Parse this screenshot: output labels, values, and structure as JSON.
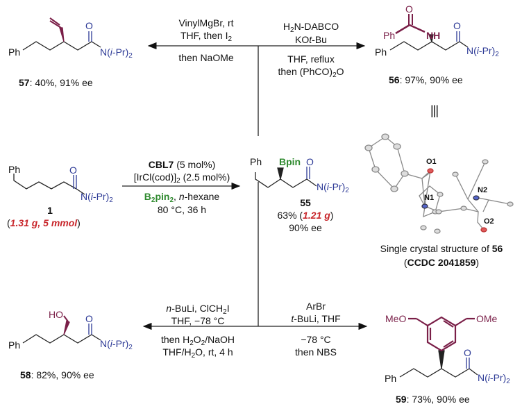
{
  "top_left_conditions": {
    "line1": "VinylMgBr, rt",
    "line2a": "THF, then I",
    "line2_sub": "2",
    "line3": "then NaOMe"
  },
  "top_right_conditions": {
    "line1a": "H",
    "line1_sub": "2",
    "line1b": "N-DABCO",
    "line2a": "KO",
    "line2_it": "t",
    "line2b": "-Bu",
    "line3": "THF, reflux",
    "line4a": "then (PhCO)",
    "line4_sub": "2",
    "line4b": "O"
  },
  "main_conditions": {
    "catalyst": "CBL7",
    "catalyst_load": " (5 mol%)",
    "ir_a": "[IrCl(cod)]",
    "ir_sub": "2",
    "ir_b": " (2.5 mol%)",
    "b2_a": "B",
    "b2_sub1": "2",
    "b2_b": "pin",
    "b2_sub2": "2",
    "solvent_a": ", ",
    "solvent_it": "n",
    "solvent_b": "-hexane",
    "temp": "80 °C, 36 h"
  },
  "bottom_left_conditions": {
    "l1_it": "n",
    "l1a": "-BuLi, ClCH",
    "l1_sub": "2",
    "l1b": "I",
    "l2": "THF, −78 °C",
    "l3a": "then H",
    "l3_sub1": "2",
    "l3b": "O",
    "l3_sub2": "2",
    "l3c": "/NaOH",
    "l4a": "THF/H",
    "l4_sub": "2",
    "l4b": "O, rt, 4 h"
  },
  "bottom_right_conditions": {
    "l1": "ArBr",
    "l2_it": "t",
    "l2b": "-BuLi, THF",
    "l3": "−78 °C",
    "l4": "then NBS"
  },
  "atoms": {
    "ph": "Ph",
    "o": "O",
    "n_a": "N(",
    "n_it": "i",
    "n_b": "-Pr)",
    "n_sub": "2",
    "bpin": "Bpin",
    "nh": "NH",
    "ho": "HO",
    "meo": "MeO",
    "ome": "OMe"
  },
  "compounds": {
    "c1": {
      "id": "1",
      "open": "(",
      "scale": "1.31 g, 5 mmol",
      "close": ")"
    },
    "c55": {
      "id": "55",
      "yield": "63%  (",
      "mass": "1.21 g",
      "close": ")",
      "ee": "90% ee"
    },
    "c56": {
      "id": "56",
      "result": ": 97%, 90% ee"
    },
    "c57": {
      "id": "57",
      "result": ": 40%, 91% ee"
    },
    "c58": {
      "id": "58",
      "result": ": 82%, 90% ee"
    },
    "c59": {
      "id": "59",
      "result": ": 73%, 90% ee"
    }
  },
  "crystal": {
    "o1": "O1",
    "n1": "N1",
    "n2": "N2",
    "o2": "O2",
    "caption_a": "Single crystal structure of ",
    "caption_id": "56",
    "ccdc_open": "(",
    "ccdc": "CCDC 2041859",
    "ccdc_close": ")"
  },
  "equivalence": "|||",
  "colors": {
    "amide": "#2d3a96",
    "new_group": "#7a1f48",
    "boron": "#2f8a2f",
    "scale": "#c8262b"
  }
}
